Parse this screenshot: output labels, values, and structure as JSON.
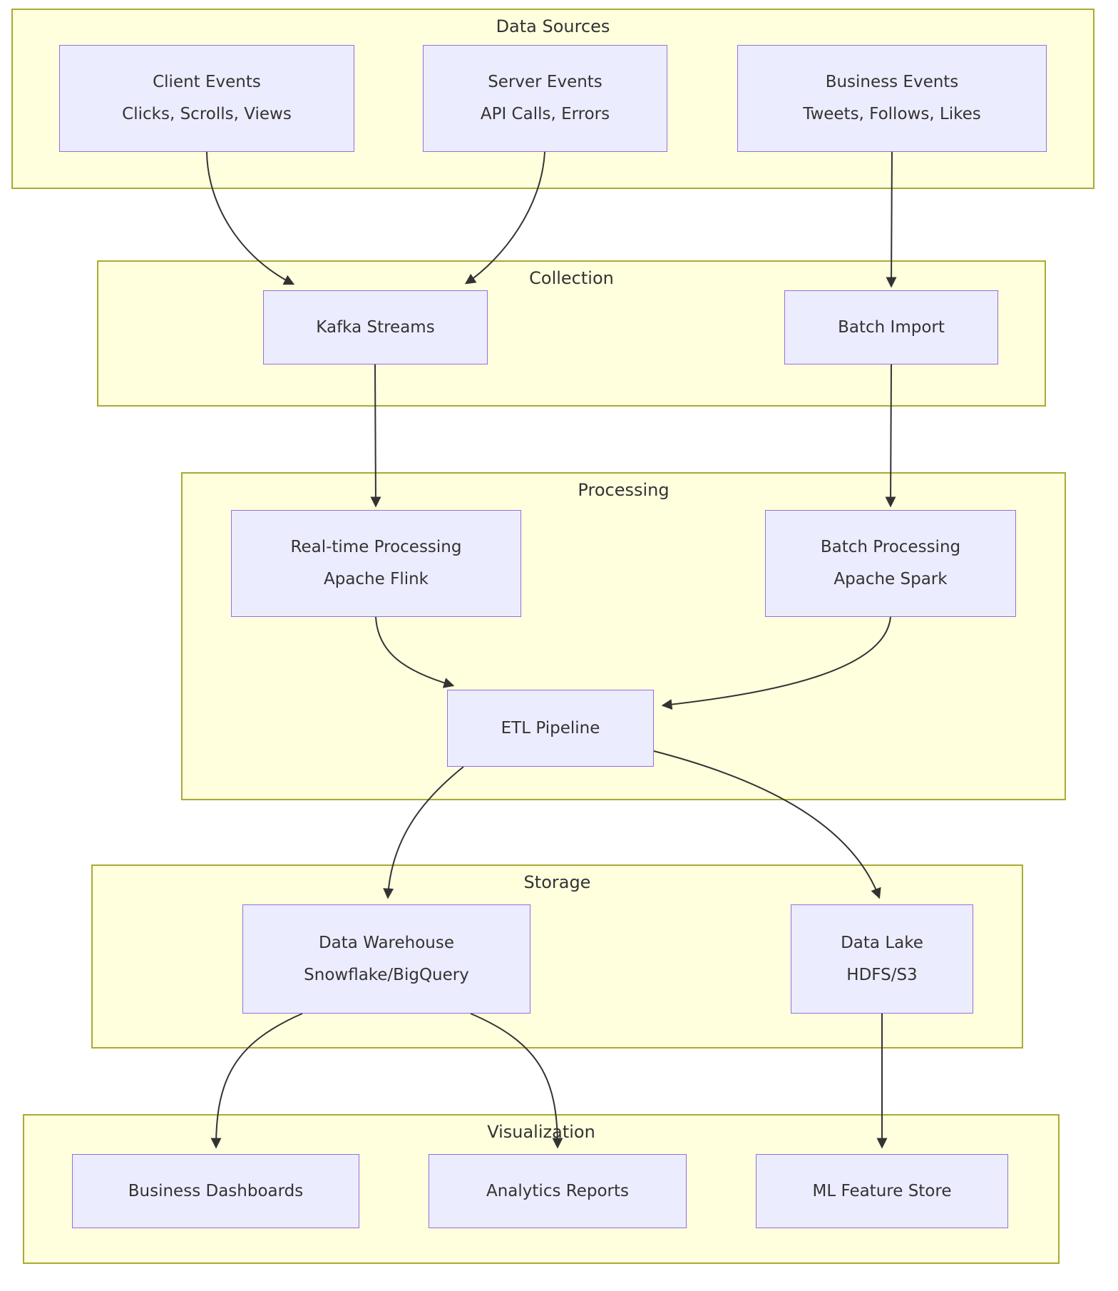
{
  "diagram": {
    "type": "flowchart",
    "clusters": {
      "data_sources": {
        "label": "Data Sources"
      },
      "collection": {
        "label": "Collection"
      },
      "processing": {
        "label": "Processing"
      },
      "storage": {
        "label": "Storage"
      },
      "visualization": {
        "label": "Visualization"
      }
    },
    "nodes": {
      "client_events": {
        "line1": "Client Events",
        "line2": "Clicks, Scrolls, Views"
      },
      "server_events": {
        "line1": "Server Events",
        "line2": "API Calls, Errors"
      },
      "business_events": {
        "line1": "Business Events",
        "line2": "Tweets, Follows, Likes"
      },
      "kafka_streams": {
        "line1": "Kafka Streams",
        "line2": ""
      },
      "batch_import": {
        "line1": "Batch Import",
        "line2": ""
      },
      "realtime_processing": {
        "line1": "Real-time Processing",
        "line2": "Apache Flink"
      },
      "batch_processing": {
        "line1": "Batch Processing",
        "line2": "Apache Spark"
      },
      "etl_pipeline": {
        "line1": "ETL Pipeline",
        "line2": ""
      },
      "data_warehouse": {
        "line1": "Data Warehouse",
        "line2": "Snowflake/BigQuery"
      },
      "data_lake": {
        "line1": "Data Lake",
        "line2": "HDFS/S3"
      },
      "business_dashboards": {
        "line1": "Business Dashboards",
        "line2": ""
      },
      "analytics_reports": {
        "line1": "Analytics Reports",
        "line2": ""
      },
      "ml_feature_store": {
        "line1": "ML Feature Store",
        "line2": ""
      }
    },
    "edges": [
      {
        "from": "client_events",
        "to": "kafka_streams"
      },
      {
        "from": "server_events",
        "to": "kafka_streams"
      },
      {
        "from": "business_events",
        "to": "batch_import"
      },
      {
        "from": "kafka_streams",
        "to": "realtime_processing"
      },
      {
        "from": "batch_import",
        "to": "batch_processing"
      },
      {
        "from": "realtime_processing",
        "to": "etl_pipeline"
      },
      {
        "from": "batch_processing",
        "to": "etl_pipeline"
      },
      {
        "from": "etl_pipeline",
        "to": "data_warehouse"
      },
      {
        "from": "etl_pipeline",
        "to": "data_lake"
      },
      {
        "from": "data_warehouse",
        "to": "business_dashboards"
      },
      {
        "from": "data_warehouse",
        "to": "analytics_reports"
      },
      {
        "from": "data_lake",
        "to": "ml_feature_store"
      }
    ],
    "colors": {
      "cluster_fill": "#ffffde",
      "cluster_border": "#aaaa33",
      "node_fill": "#ececff",
      "node_border": "#9370db",
      "text": "#333333",
      "edge": "#333333"
    }
  }
}
